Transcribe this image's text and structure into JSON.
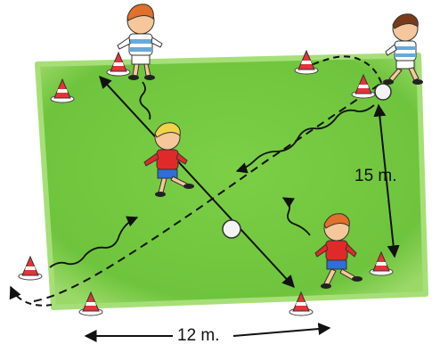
{
  "dimensions": {
    "width_label": "12 m.",
    "length_label": "15 m."
  },
  "colors": {
    "pitch": "#6ec43c",
    "pitch_edge": "#8fd65a",
    "cone_red": "#e8323a",
    "cone_white": "#ffffff",
    "shirt_red": "#e02a2a",
    "shirt_stripes": "#6aa8d8",
    "shorts_blue": "#2f6fd6"
  },
  "players": [
    {
      "id": "top-left",
      "kit": "striped"
    },
    {
      "id": "top-right",
      "kit": "striped"
    },
    {
      "id": "center",
      "kit": "red"
    },
    {
      "id": "bottom-right",
      "kit": "red"
    }
  ],
  "balls": [
    {
      "id": "center-ball"
    },
    {
      "id": "top-right-ball"
    }
  ]
}
